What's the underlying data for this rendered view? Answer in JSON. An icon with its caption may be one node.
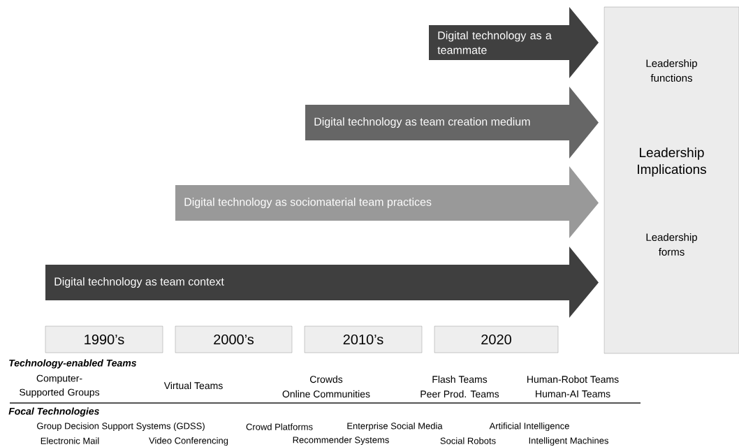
{
  "diagram": {
    "nodes": [
      {
        "text": [
          "Digital technology as a teammate"
        ]
      },
      {
        "text": [
          "Digital technology as team creation medium"
        ]
      },
      {
        "text": [
          "Digital technology as sociomaterial team practices"
        ]
      },
      {
        "text": [
          "Digital technology as team context"
        ]
      },
      {
        "text": [
          "Leadership functions",
          "Leadership Implications",
          "Leadership forms"
        ]
      },
      {
        "text": [
          "1990’s"
        ]
      },
      {
        "text": [
          "2000’s"
        ]
      },
      {
        "text": [
          "2010’s"
        ]
      },
      {
        "text": [
          "2020"
        ]
      }
    ],
    "labels": [
      "Technology-enabled Teams",
      "Computer- Supported Groups",
      "Virtual Teams",
      "Crowds",
      "Flash Teams",
      "Human-Robot Teams",
      "Online Communities",
      "Peer Prod. Teams",
      "Human-AI Teams",
      "Focal Technologies",
      "Group Decision Support Systems (GDSS)",
      "Crowd Platforms",
      "Enterprise Social Media",
      "Artificial Intelligence",
      "Electronic Mail",
      "Video Conferencing",
      "Recommender Systems",
      "Social Robots",
      "Intelligent Machines"
    ]
  }
}
